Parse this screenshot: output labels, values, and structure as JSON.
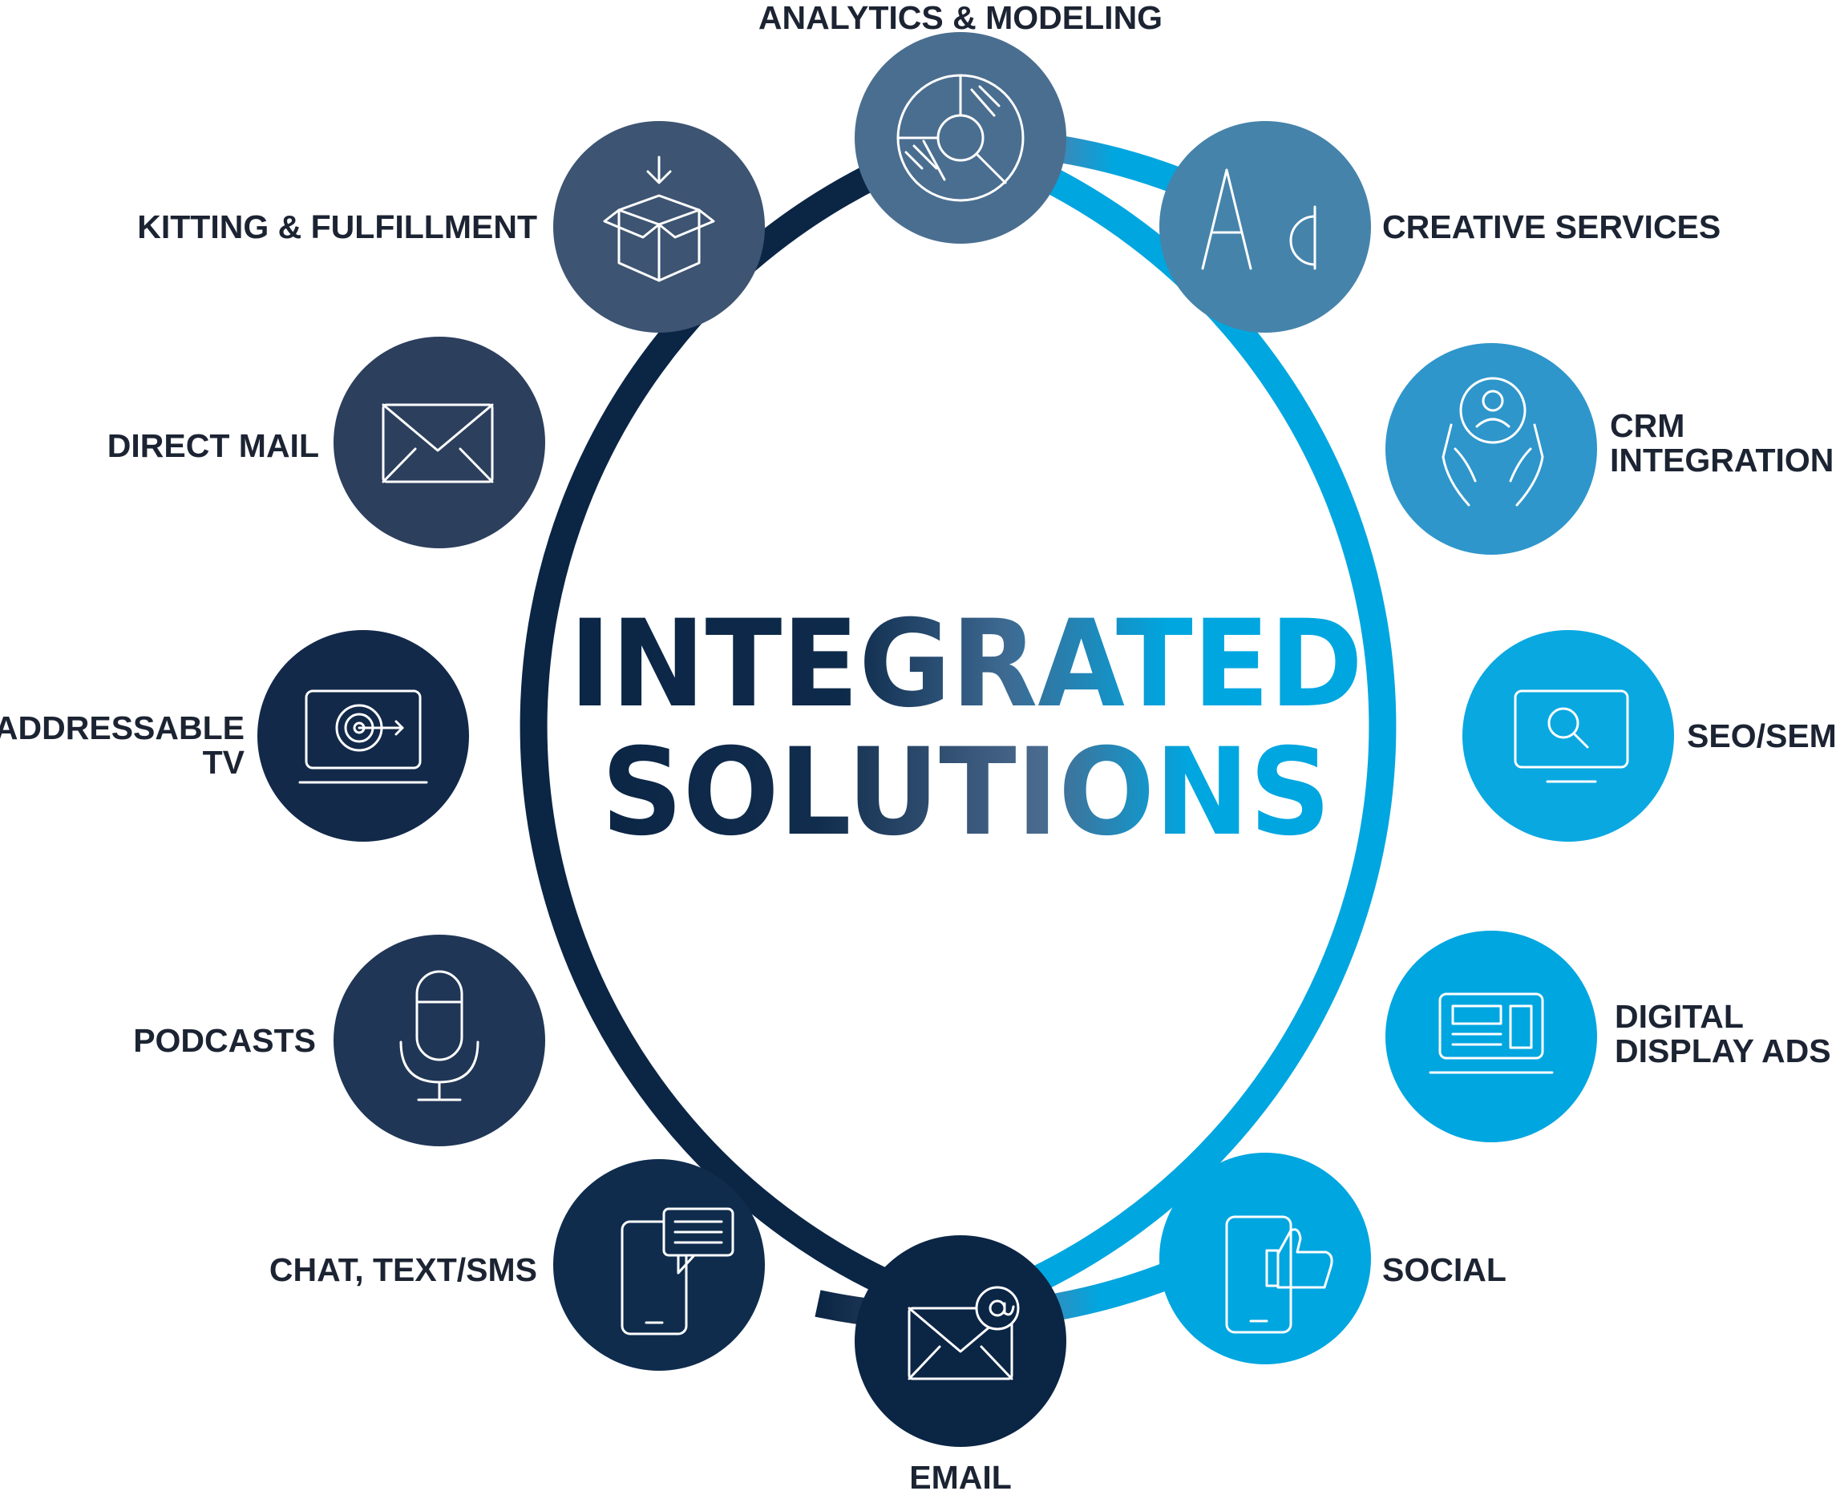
{
  "title": {
    "line1": "INTEGRATED",
    "line2": "SOLUTIONS"
  },
  "colors": {
    "navy": "#0b2545",
    "slate": "#4a6280",
    "steel": "#3d88b8",
    "cyan": "#00a6e0"
  },
  "nodes": [
    {
      "id": "analytics",
      "label": "ANALYTICS & MODELING",
      "icon": "pie-chart-icon",
      "color": "#4a6e90"
    },
    {
      "id": "creative",
      "label": "CREATIVE SERVICES",
      "icon": "typography-icon",
      "color": "#4583aa"
    },
    {
      "id": "crm",
      "label": "CRM\nINTEGRATION",
      "icon": "hands-user-icon",
      "color": "#2e96cb"
    },
    {
      "id": "seo",
      "label": "SEO/SEM",
      "icon": "monitor-search-icon",
      "color": "#0aa8e0"
    },
    {
      "id": "display",
      "label": "DIGITAL\nDISPLAY ADS",
      "icon": "laptop-ad-icon",
      "color": "#00a6e0"
    },
    {
      "id": "social",
      "label": "SOCIAL",
      "icon": "phone-thumbs-up-icon",
      "color": "#00a6e0"
    },
    {
      "id": "email",
      "label": "EMAIL",
      "icon": "envelope-at-icon",
      "color": "#0b2545"
    },
    {
      "id": "chat",
      "label": "CHAT, TEXT/SMS",
      "icon": "phone-chat-icon",
      "color": "#0f2c4d"
    },
    {
      "id": "podcasts",
      "label": "PODCASTS",
      "icon": "microphone-icon",
      "color": "#203656"
    },
    {
      "id": "tv",
      "label": "ADDRESSABLE\nTV",
      "icon": "tv-target-icon",
      "color": "#12294a"
    },
    {
      "id": "directmail",
      "label": "DIRECT MAIL",
      "icon": "envelope-icon",
      "color": "#2c3f5d"
    },
    {
      "id": "kitting",
      "label": "KITTING & FULFILLMENT",
      "icon": "box-arrow-icon",
      "color": "#3d5472"
    }
  ]
}
